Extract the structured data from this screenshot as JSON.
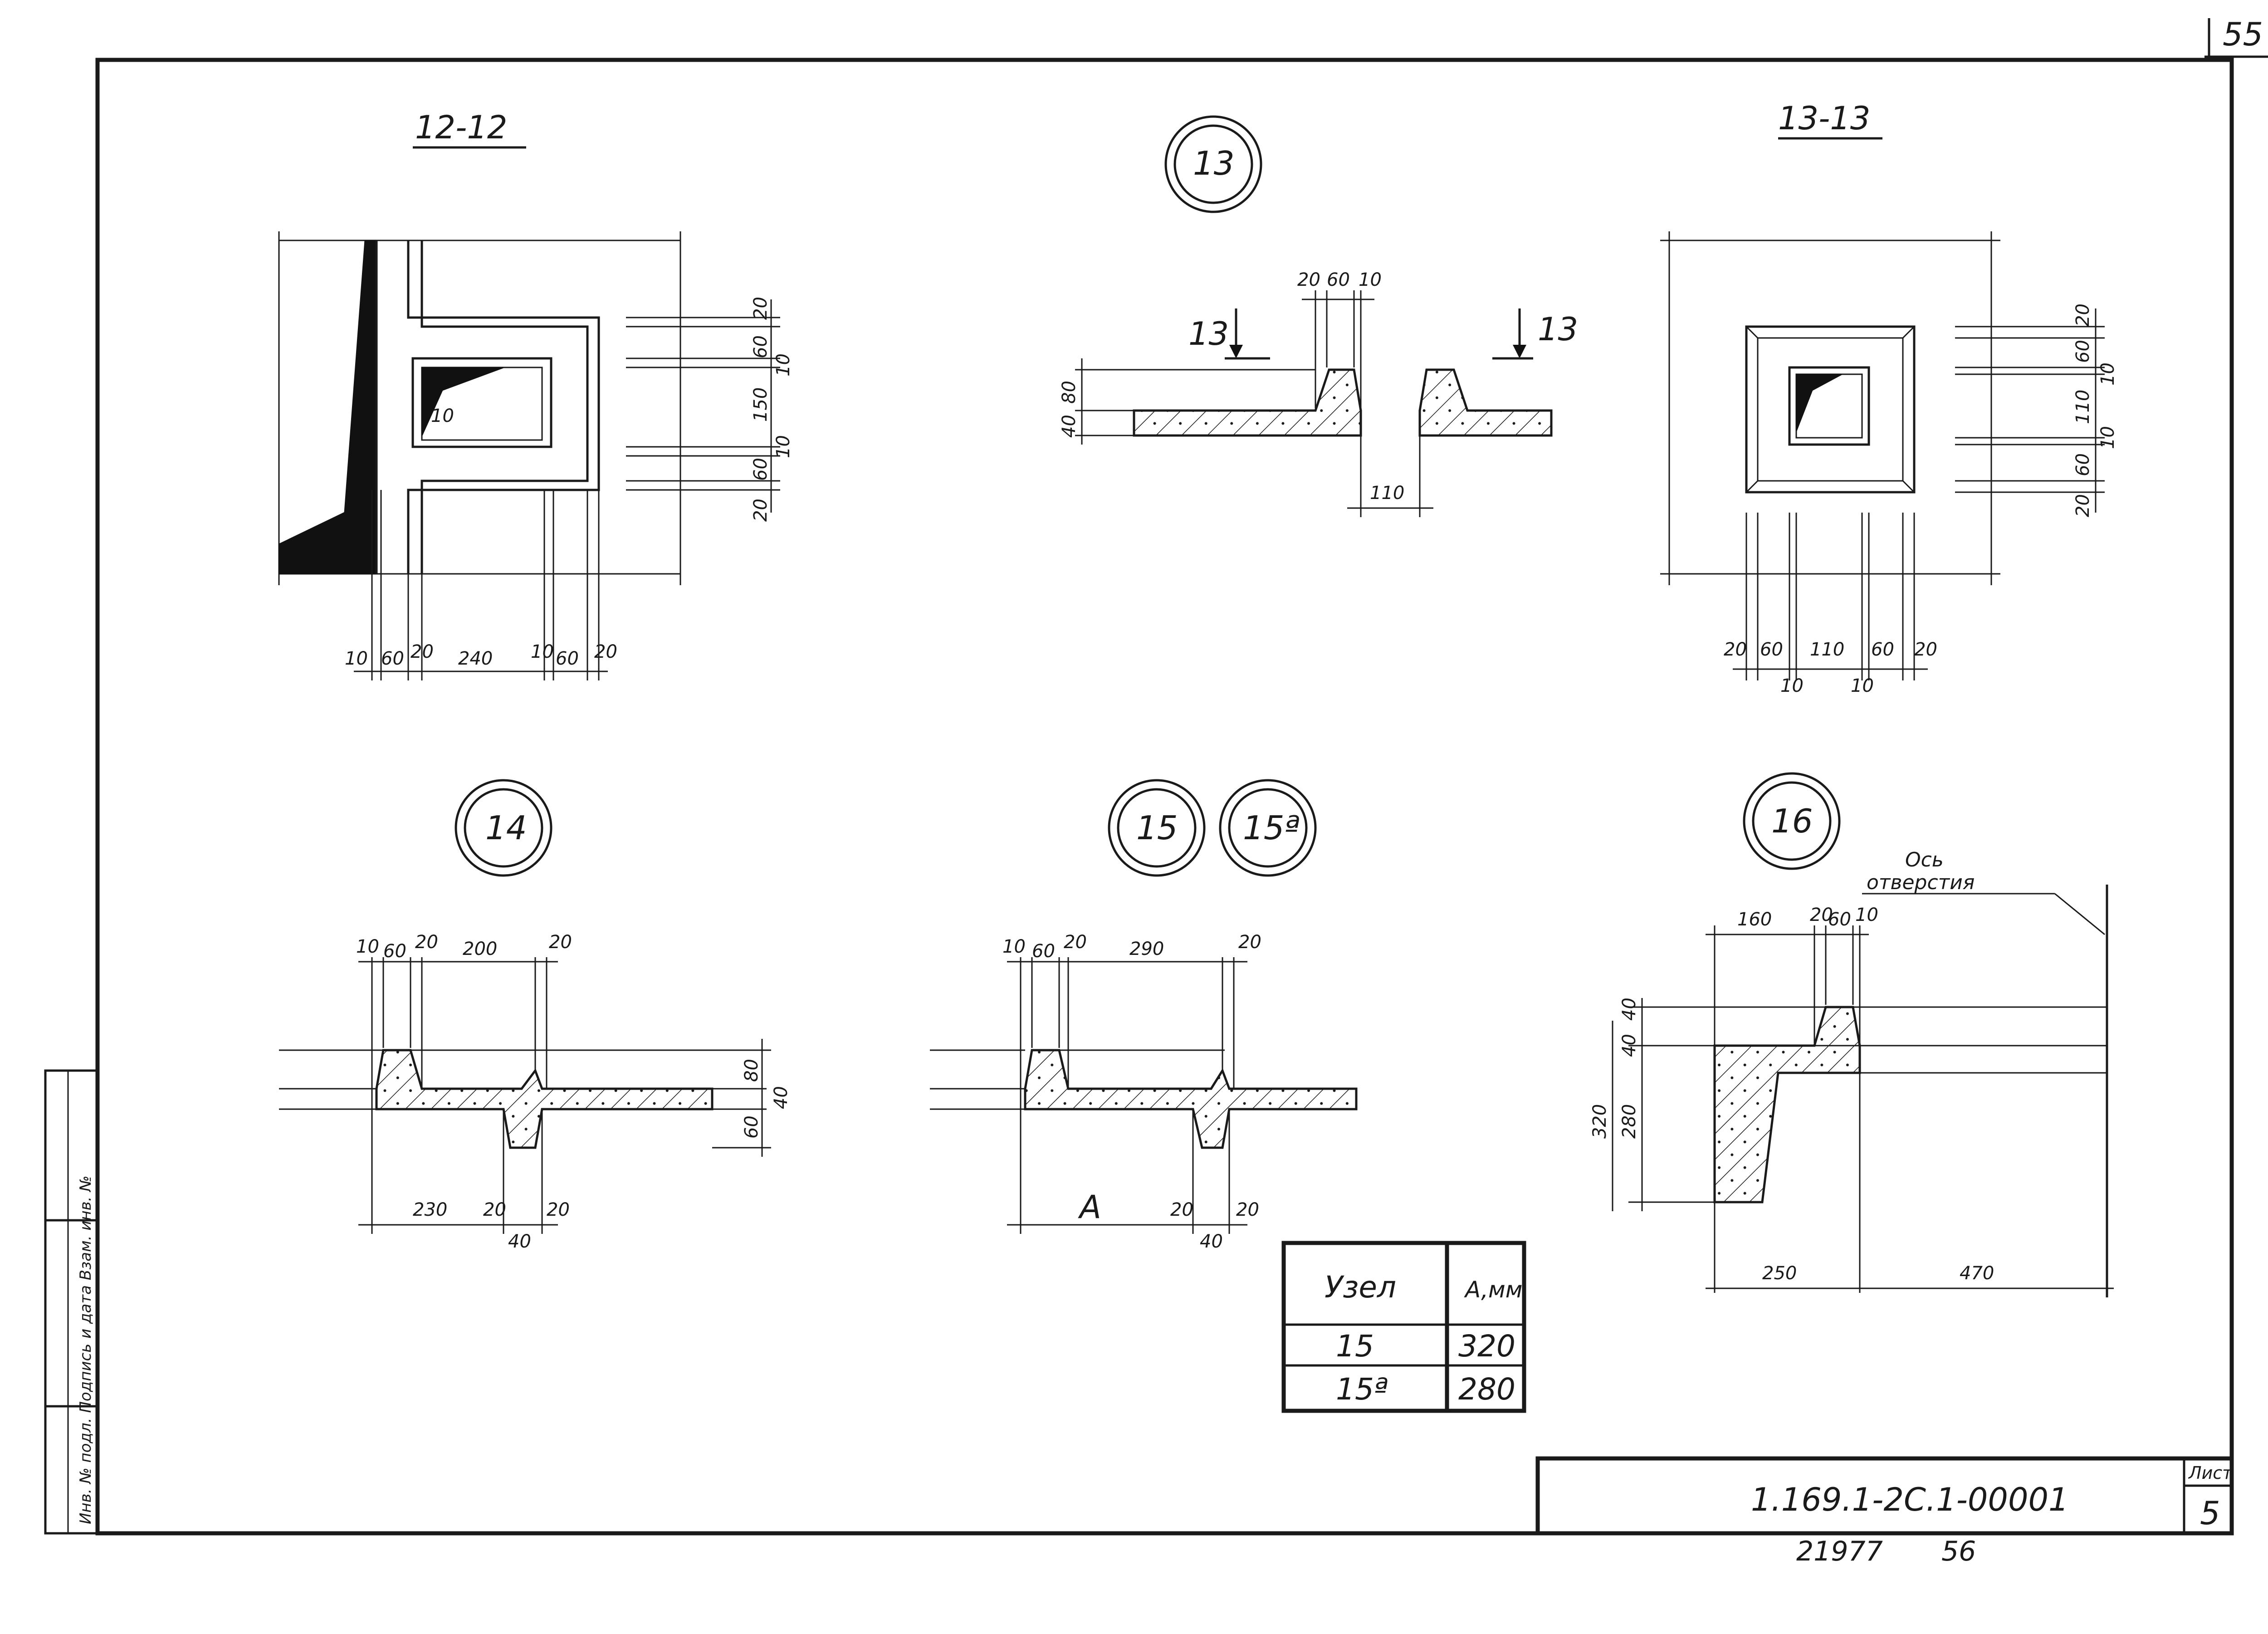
{
  "sheet": {
    "page_number": "55",
    "designation": "1.169.1-2С.1-00001",
    "sheet_label": "Лист",
    "sheet_number": "5",
    "inventory": "21977",
    "inventory_sheet": "56",
    "side_stamp": "Инв. № подл. Подпись и дата Взам. инв. №"
  },
  "section_12": {
    "title": "12-12",
    "horiz_dims": [
      "10",
      "60",
      "20",
      "240",
      "10",
      "60",
      "20"
    ],
    "vert_dims": [
      "20",
      "60",
      "10",
      "150",
      "10",
      "60",
      "20"
    ],
    "inner_dim": "10"
  },
  "node_13": {
    "label": "13",
    "section_mark_left": "13",
    "section_mark_right": "13",
    "top_dims": [
      "20",
      "60",
      "10"
    ],
    "left_dims": [
      "40",
      "80"
    ],
    "bottom_dim": "110"
  },
  "section_13": {
    "title": "13-13",
    "horiz_dims": [
      "20",
      "60",
      "110",
      "60",
      "20",
      "10",
      "10"
    ],
    "vert_dims": [
      "20",
      "60",
      "10",
      "110",
      "10",
      "60",
      "20"
    ]
  },
  "node_14": {
    "label": "14",
    "top_dims": [
      "10",
      "60",
      "20",
      "200",
      "20"
    ],
    "right_dims": [
      "80",
      "40",
      "60"
    ],
    "bottom_dims": [
      "230",
      "20",
      "20",
      "40"
    ]
  },
  "node_15": {
    "label": "15",
    "label_alt": "15ª",
    "top_dims": [
      "10",
      "60",
      "20",
      "290",
      "20"
    ],
    "bottom_dims": [
      "A",
      "20",
      "20",
      "40"
    ]
  },
  "node_16": {
    "label": "16",
    "axis_label_1": "Ось",
    "axis_label_2": "отверстия",
    "top_dims": [
      "160",
      "20",
      "60",
      "10"
    ],
    "left_dims": [
      "40",
      "40",
      "320",
      "280"
    ],
    "bottom_dims": [
      "250",
      "470"
    ]
  },
  "table": {
    "headers": [
      "Узел",
      "A,мм"
    ],
    "rows": [
      [
        "15",
        "320"
      ],
      [
        "15ª",
        "280"
      ]
    ]
  }
}
